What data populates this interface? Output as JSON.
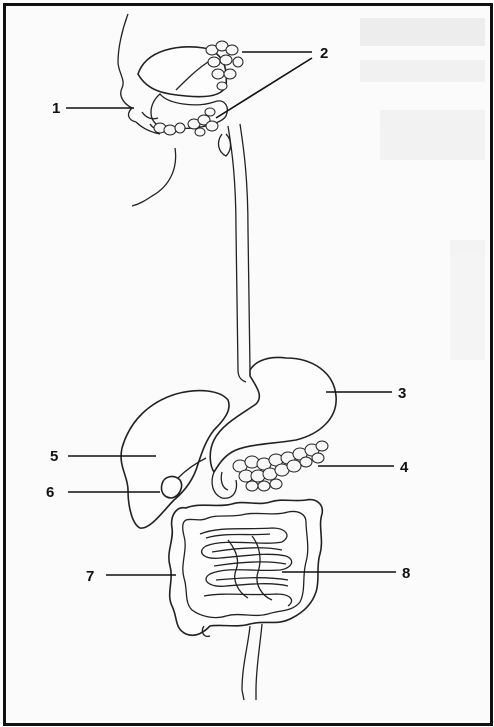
{
  "labels": {
    "l1": "1",
    "l2": "2",
    "l3": "3",
    "l4": "4",
    "l5": "5",
    "l6": "6",
    "l7": "7",
    "l8": "8"
  },
  "colors": {
    "ink": "#111111",
    "paper": "#fbfbfb",
    "bleed": "#cfcfcf"
  }
}
